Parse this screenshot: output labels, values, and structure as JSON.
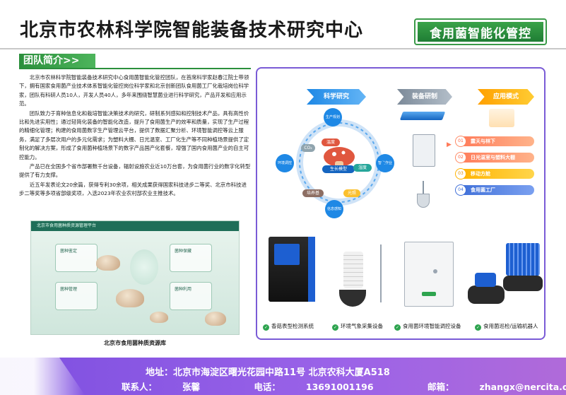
{
  "header": {
    "title": "北京市农林科学院智能装备技术研究中心",
    "tag": "食用菌智能化管控"
  },
  "intro": {
    "section_title": "团队简介>>",
    "paragraphs": [
      "北京市农林科学院智能装备技术研究中心食用菌智能化管控团队，在首席科学家赵春江院士带领下，拥有国家食用菌产业技术体系智能化管控岗位科学家和北京创新团队食用菌工厂化栽培岗位科学家，团队有科研人员10人，开发人员40人，多年来围绕智慧菌业进行科学研究，产品开发和应用示范。",
      "团队致力于育种信息化和栽培智能决策技术的研究，研制系列感知和控制技术产品，具有高性价比和先进实用性；通过轻简化装备的智能化改造，提升了食用菌生产的效率和质量，实现了生产过程的精细化管理；构建的食用菌数字生产管理云平台，提供了数据汇聚分析、环境智能调控等云上服务，满足了多层次用户的多元化需求；为塑料大棚、日光温室、工厂化生产等不同种植场景提供了定制化的解决方案，形成了食用菌种植场景下的数字产品国产化套餐，增强了国内食用菌产业的自主可控能力。",
      "产品已在全国多个省市部署数千台设备，辐射设施农业近10万台套，为食用菌行业的数字化转型提供了有力支撑。",
      "近五年发表论文20余篇，获得专利30余项，相关成果获得国家科技进步二等奖、北京市科技进步二等奖等多项省部级奖项，入选2023年农业农村部农业主推技术。"
    ]
  },
  "platform": {
    "header": "北京市食用菌种质资源管理平台",
    "cards": [
      "菌种鉴定",
      "菌种管理",
      "菌种保藏",
      "菌种利用"
    ],
    "caption": "北京市食用菌种质资源库"
  },
  "flow": {
    "steps": [
      "科学研究",
      "装备研制",
      "应用模式"
    ],
    "center": "生长模型",
    "nodes": [
      "生产规划",
      "环境调控",
      "智能作业",
      "信息感知"
    ],
    "pills": [
      "温度",
      "湿度",
      "CO₂",
      "光照",
      "培养基"
    ],
    "applications": [
      {
        "num": "01",
        "label": "露天与林下"
      },
      {
        "num": "02",
        "label": "日光温室与塑料大棚"
      },
      {
        "num": "03",
        "label": "移动方舱"
      },
      {
        "num": "04",
        "label": "食用菌工厂"
      }
    ]
  },
  "equipment": [
    "香菇表型检测系统",
    "环境气象采集设备",
    "食用菌环境智能调控设备",
    "食用菌巡检/运输机器人"
  ],
  "footer": {
    "address_label": "地址：",
    "address": "北京市海淀区曙光花园中路11号 北京农科大厦A518",
    "contact_label": "联系人：",
    "contact": "张馨",
    "phone_label": "电话：",
    "phone": "13691001196",
    "email_label": "邮箱：",
    "email": "zhangx@nercita.org.cn"
  },
  "colors": {
    "green": "#2b8f3c",
    "purple": "#7d4fe0",
    "orange": "#ff7a59",
    "blue": "#1e88e5"
  }
}
